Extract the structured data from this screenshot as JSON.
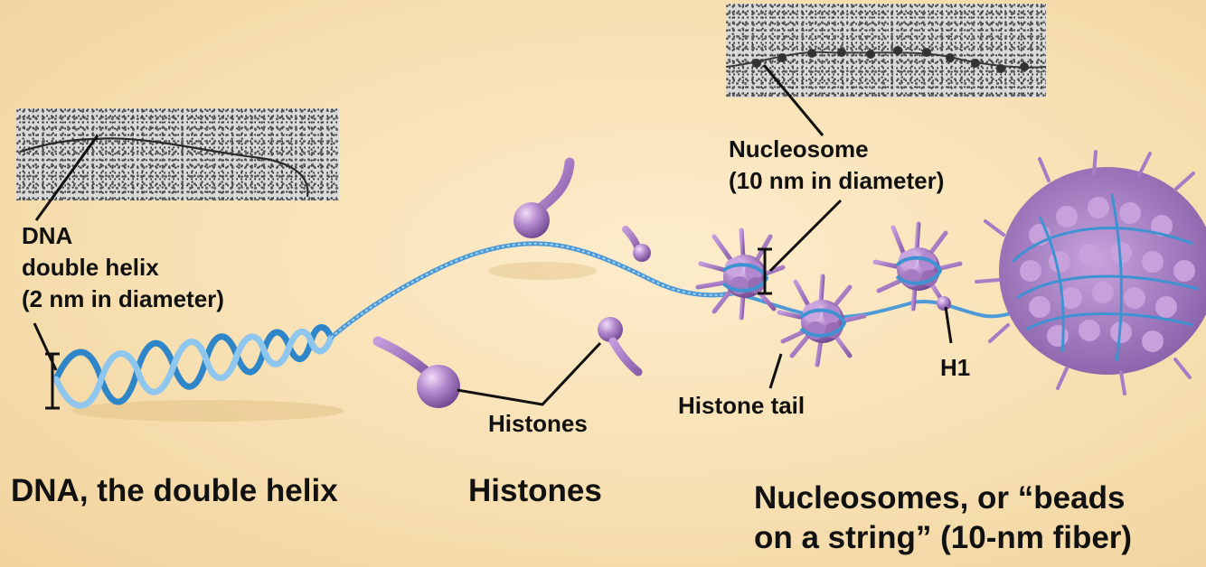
{
  "labels": {
    "dna_callout": [
      "DNA",
      "double helix",
      "(2 nm in diameter)"
    ],
    "nucleosome_callout": [
      "Nucleosome",
      "(10 nm in diameter)"
    ],
    "histones_callout": "Histones",
    "histone_tail": "Histone tail",
    "h1": "H1"
  },
  "captions": {
    "dna": "DNA, the double helix",
    "histones": "Histones",
    "nucleosomes": [
      "Nucleosomes, or “beads",
      "on a string” (10-nm fiber)"
    ]
  },
  "colors": {
    "background": "#f6dfae",
    "dna": "#3f92d2",
    "histone": "#9a6bb5",
    "histone_light": "#d7b6e6",
    "micrograph": "#d9d9d9"
  }
}
